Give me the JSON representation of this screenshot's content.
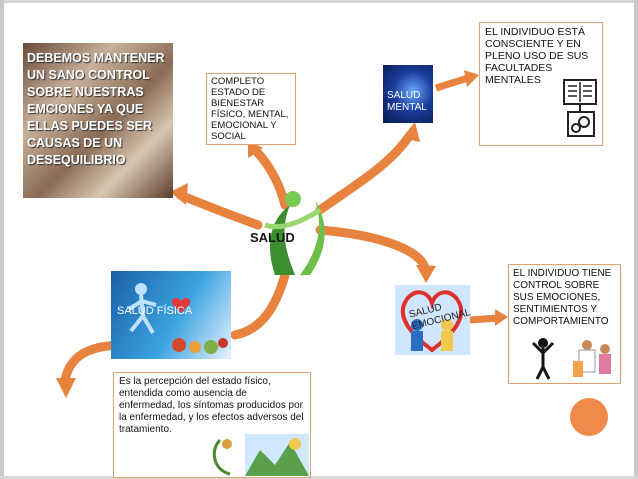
{
  "center": {
    "label": "SALUD"
  },
  "top_left": {
    "text": "DEBEMOS MANTENER UN SANO CONTROL SOBRE NUESTRAS EMCIONES YA QUE ELLAS PUEDES SER CAUSAS DE UN DESEQUILIBRIO"
  },
  "definition_box": {
    "text": "COMPLETO ESTADO DE BIENESTAR FÍSICO, MENTAL, EMOCIONAL Y SOCIAL"
  },
  "salud_mental": {
    "label": "SALUD MENTAL"
  },
  "mental_box": {
    "text": "EL INDIVIDUO ESTÁ CONSCIENTE Y EN PLENO USO DE SUS FACULTADES MENTALES"
  },
  "salud_emocional": {
    "label": "SALUD EMOCIONAL"
  },
  "emotional_box": {
    "text": "EL INDIVIDUO TIENE CONTROL SOBRE SUS EMOCIONES, SENTIMIENTOS Y COMPORTAMIENTO"
  },
  "salud_fisica": {
    "label": "SALUD FÍSICA"
  },
  "physical_box": {
    "text": "Es la percepción del estado físico, entendida como ausencia de enfermedad, los síntomas  producidos por la enfermedad, y los efectos adversos del tratamiento."
  },
  "colors": {
    "arrow": "#e8823f",
    "box_border": "#e6a070",
    "accent_circle": "#f08a4b"
  }
}
